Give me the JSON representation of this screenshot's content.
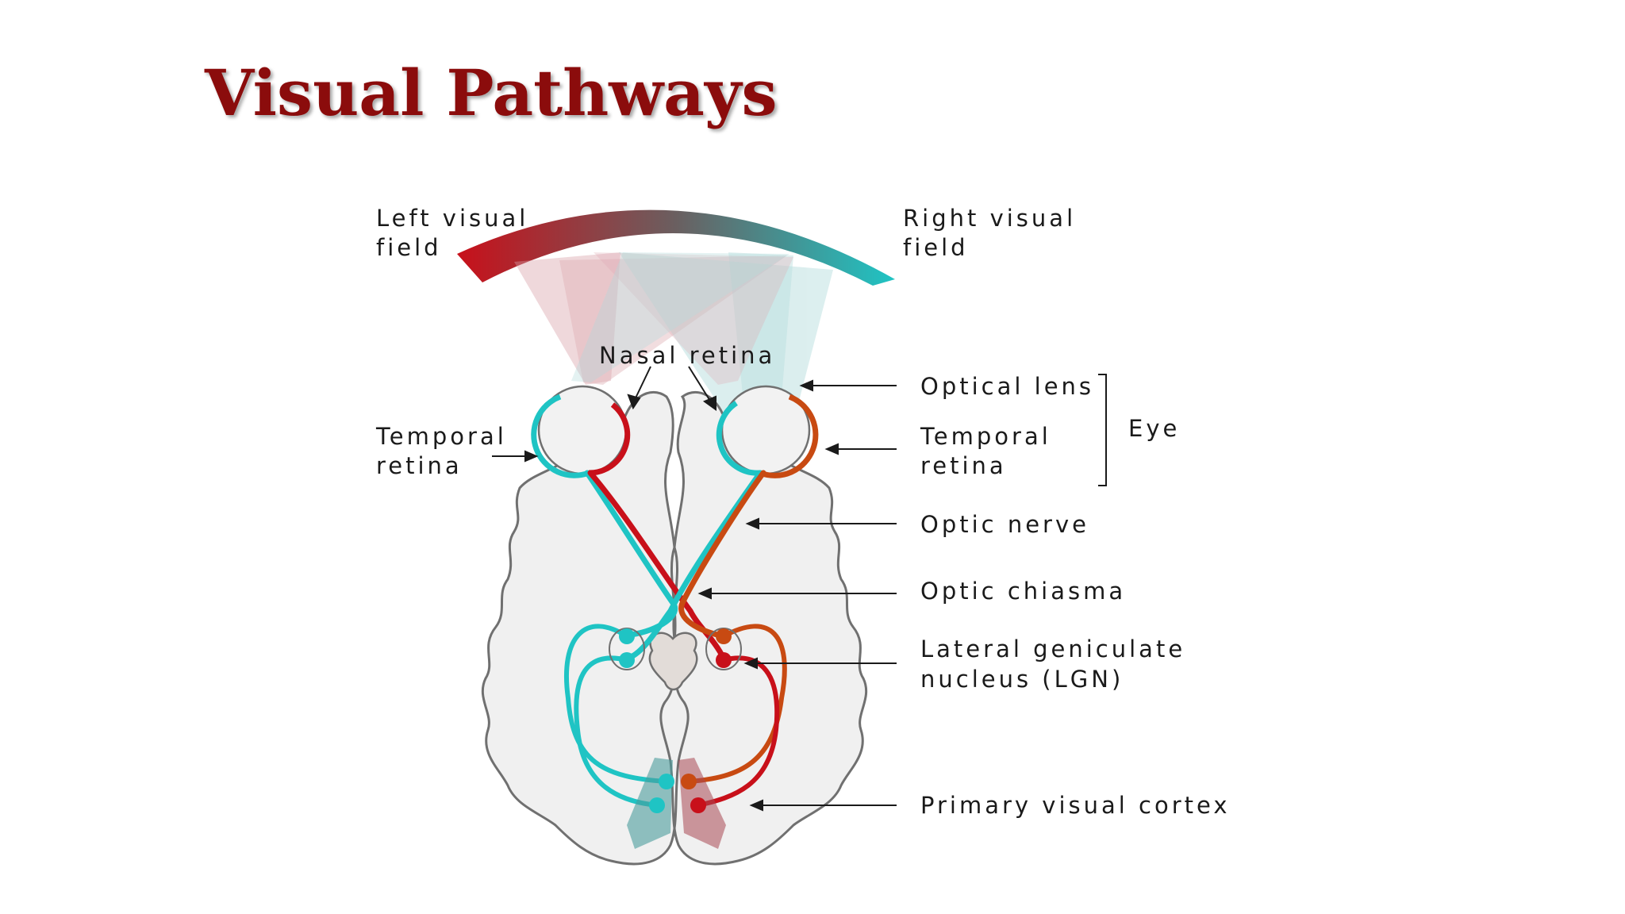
{
  "title": "Visual Pathways",
  "labels": {
    "left_visual_field": [
      "Left visual",
      "field"
    ],
    "right_visual_field": [
      "Right visual",
      "field"
    ],
    "nasal_retina": "Nasal retina",
    "temporal_retina_left": [
      "Temporal",
      "retina"
    ],
    "optical_lens": "Optical lens",
    "temporal_retina_right": [
      "Temporal",
      "retina"
    ],
    "eye": "Eye",
    "optic_nerve": "Optic nerve",
    "optic_chiasma": "Optic chiasma",
    "lgn": [
      "Lateral geniculate",
      "nucleus (LGN)"
    ],
    "primary_visual_cortex": "Primary visual cortex"
  },
  "colors": {
    "title": "#8b0c0c",
    "left_field_red": "#c8101a",
    "right_field_cyan": "#1fc4c4",
    "orange_path": "#c84a12",
    "brain_fill": "#f0f0f0",
    "brain_outline": "#707070"
  }
}
